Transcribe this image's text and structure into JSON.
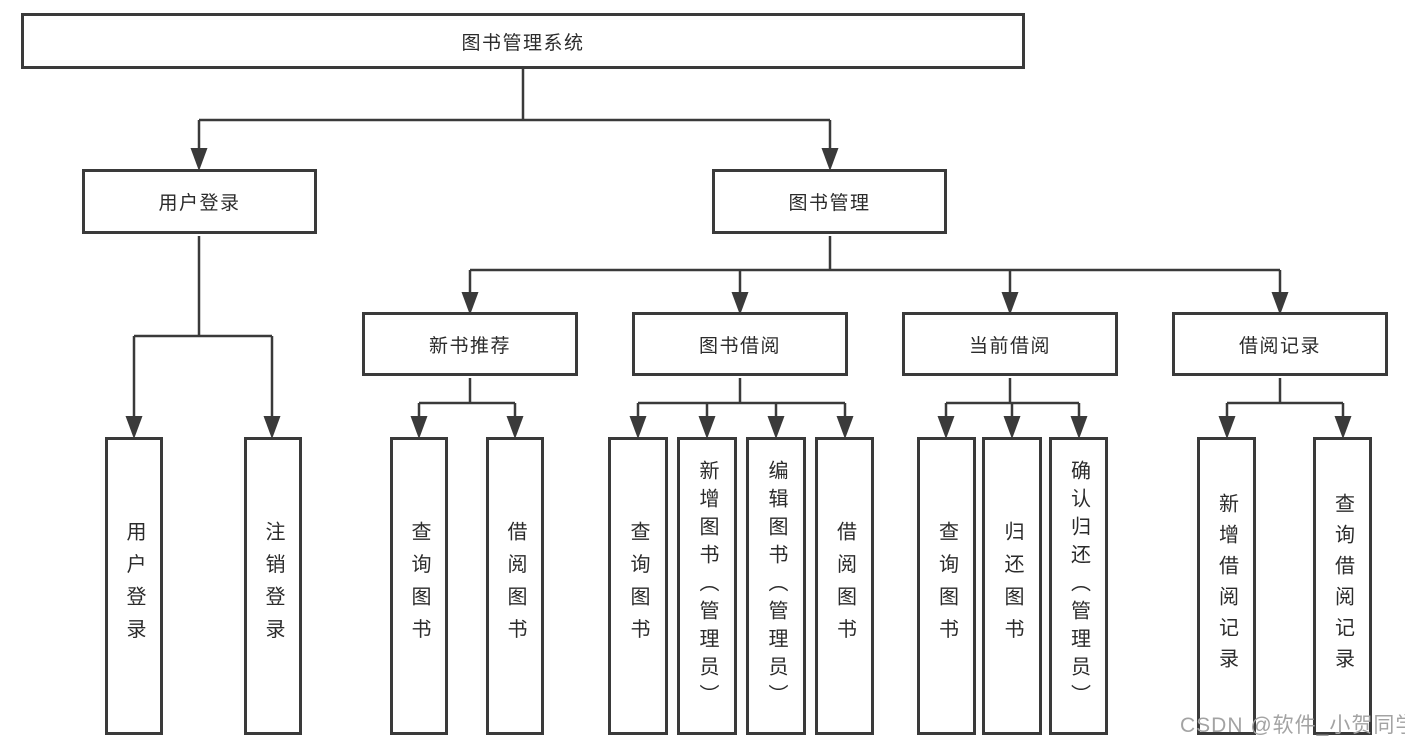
{
  "tree": {
    "label": "图书管理系统",
    "children": [
      {
        "label": "用户登录",
        "children": [
          {
            "label": "用户登录"
          },
          {
            "label": "注销登录"
          }
        ]
      },
      {
        "label": "图书管理",
        "children": [
          {
            "label": "新书推荐",
            "children": [
              {
                "label": "查询图书"
              },
              {
                "label": "借阅图书"
              }
            ]
          },
          {
            "label": "图书借阅",
            "children": [
              {
                "label": "查询图书"
              },
              {
                "label": "新增图书（管理员）"
              },
              {
                "label": "编辑图书（管理员）"
              },
              {
                "label": "借阅图书"
              }
            ]
          },
          {
            "label": "当前借阅",
            "children": [
              {
                "label": "查询图书"
              },
              {
                "label": "归还图书"
              },
              {
                "label": "确认归还（管理员）"
              }
            ]
          },
          {
            "label": "借阅记录",
            "children": [
              {
                "label": "新增借阅记录"
              },
              {
                "label": "查询借阅记录"
              }
            ]
          }
        ]
      }
    ]
  },
  "watermark": "CSDN @软件_小贺同学",
  "colors": {
    "line": "#3a3a3a",
    "box_border": "#3a3a3a",
    "text": "#2b2b2b",
    "watermark": "#a3a3a3",
    "background": "#ffffff"
  }
}
